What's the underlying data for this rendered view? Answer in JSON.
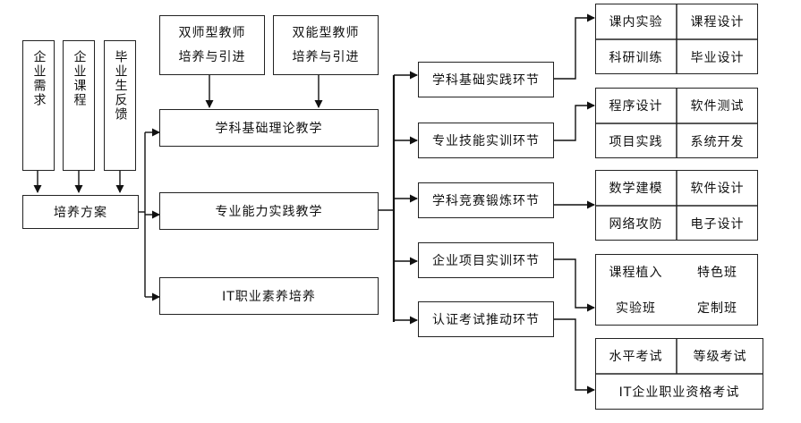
{
  "inputs": {
    "enterprise_demand": "企业需求",
    "enterprise_course": "企业课程",
    "graduate_feedback": "毕业生反馈"
  },
  "training_plan": "培养方案",
  "teachers": {
    "dual_teacher": [
      "双师型教师",
      "培养与引进"
    ],
    "dual_ability": [
      "双能型教师",
      "培养与引进"
    ]
  },
  "teaching": {
    "theory": "学科基础理论教学",
    "practice": "专业能力实践教学",
    "it_quality": "IT职业素养培养"
  },
  "stages": [
    "学科基础实践环节",
    "专业技能实训环节",
    "学科竞赛锻炼环节",
    "企业项目实训环节",
    "认证考试推动环节"
  ],
  "outcomes": {
    "g1": [
      "课内实验",
      "课程设计",
      "科研训练",
      "毕业设计"
    ],
    "g2": [
      "程序设计",
      "软件测试",
      "项目实践",
      "系统开发"
    ],
    "g3": [
      "数学建模",
      "软件设计",
      "网络攻防",
      "电子设计"
    ],
    "g4": [
      "课程植入",
      "特色班",
      "实验班",
      "定制班"
    ],
    "g5": [
      "水平考试",
      "等级考试",
      "IT企业职业资格考试"
    ]
  }
}
